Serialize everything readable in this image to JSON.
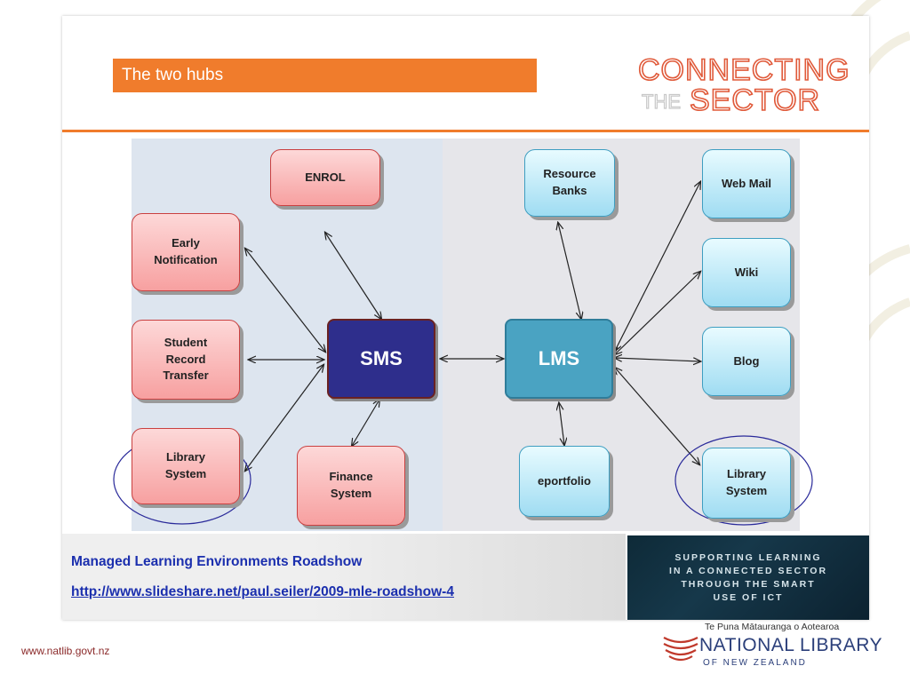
{
  "slide": {
    "title": "The two hubs",
    "brand": {
      "line1": "CONNECTING",
      "line2a": "THE",
      "line2b": "SECTOR"
    }
  },
  "diagram": {
    "hubs": {
      "sms": "SMS",
      "lms": "LMS"
    },
    "sms_nodes": {
      "enrol": "ENROL",
      "early_notification": [
        "Early",
        "Notification"
      ],
      "student_record_transfer": [
        "Student",
        "Record",
        "Transfer"
      ],
      "library_system": [
        "Library",
        "System"
      ],
      "finance_system": [
        "Finance",
        "System"
      ]
    },
    "lms_nodes": {
      "resource_banks": [
        "Resource",
        "Banks"
      ],
      "eportfolio": "eportfolio",
      "web_mail": "Web Mail",
      "wiki": "Wiki",
      "blog": "Blog",
      "library_system": [
        "Library",
        "System"
      ]
    }
  },
  "footer": {
    "roadshow_title": "Managed Learning Environments Roadshow",
    "roadshow_link": "http://www.slideshare.net/paul.seiler/2009-mle-roadshow-4",
    "banner_lines": [
      "SUPPORTING LEARNING",
      "IN A CONNECTED SECTOR",
      "THROUGH THE SMART",
      "USE OF ICT"
    ]
  },
  "page": {
    "url": "www.natlib.govt.nz",
    "org_maori": "Te Puna Mātauranga o Aotearoa",
    "org_name": "NATIONAL LIBRARY",
    "org_sub": "OF NEW ZEALAND"
  },
  "colors": {
    "accent_orange": "#f07c2c",
    "sms_blue": "#2e2e8c",
    "lms_teal": "#4aa3c2",
    "link_blue": "#1b2fae",
    "natlib_navy": "#2b3f7a"
  }
}
